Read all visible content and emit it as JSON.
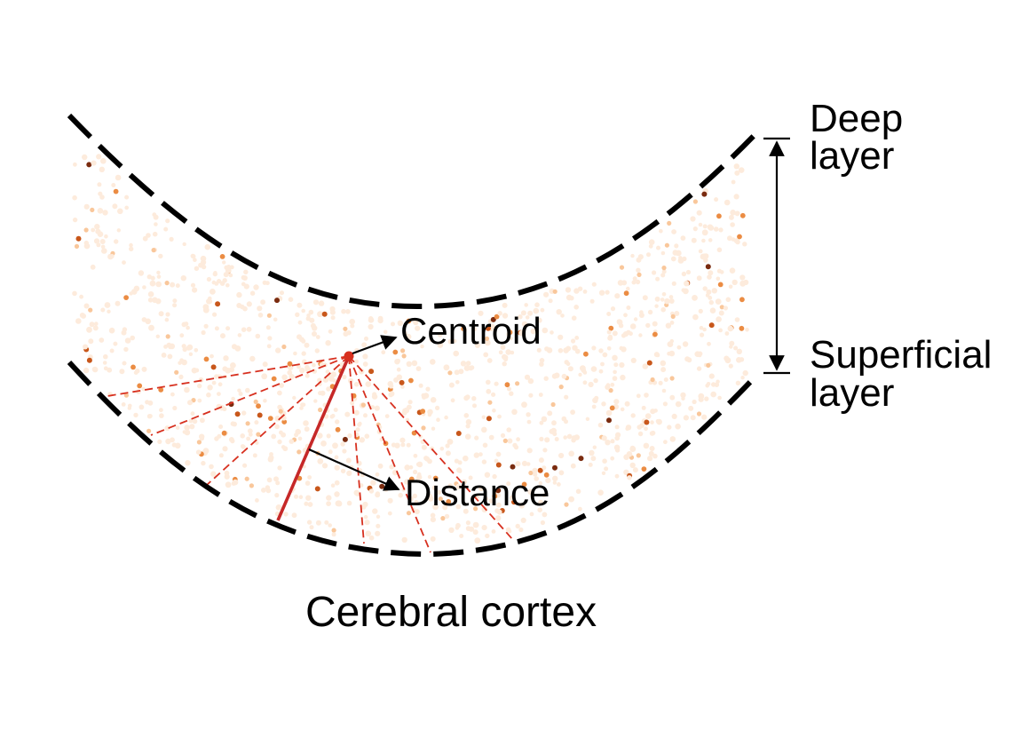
{
  "diagram": {
    "title": "Cerebral cortex",
    "labels": {
      "centroid": "Centroid",
      "distance": "Distance",
      "deep_line1": "Deep",
      "deep_line2": "layer",
      "superficial_line1": "Superficial",
      "superficial_line2": "layer"
    },
    "colors": {
      "boundary": "#000000",
      "centroid": "#d7301f",
      "ray_dashed": "#d7301f",
      "ray_solid": "#c62828",
      "cell_palette": [
        "#fdebdc",
        "#f9c79b",
        "#eb8c43",
        "#c8571b",
        "#7a2b0f"
      ]
    }
  }
}
